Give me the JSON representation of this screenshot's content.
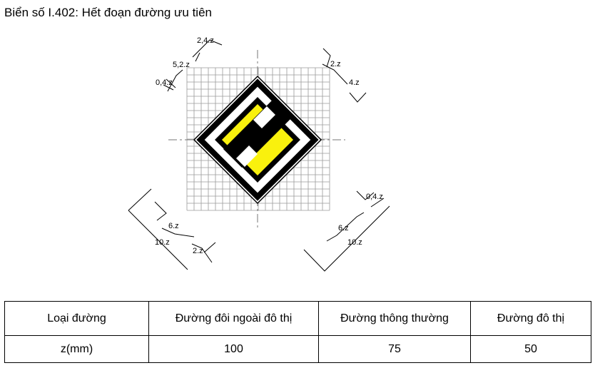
{
  "title": "Biển số I.402: Hết đoạn đường ưu tiên",
  "diagram": {
    "labels": {
      "a": "2,4.z",
      "b": "5,2.z",
      "c": "0,4.z",
      "d": "2.z",
      "e": "4.z",
      "f": "6.z",
      "g": "10.z",
      "h": "2.z",
      "i": "0,4.z",
      "j": "6.z",
      "k": "10.z"
    },
    "colors": {
      "fill": "#f9f10d",
      "stroke": "#000000",
      "grid": "#9a9a9a"
    }
  },
  "table": {
    "headers": [
      "Loại đường",
      "Đường đôi ngoài đô thị",
      "Đường thông thường",
      "Đường đô thị"
    ],
    "row": [
      "z(mm)",
      "100",
      "75",
      "50"
    ]
  }
}
